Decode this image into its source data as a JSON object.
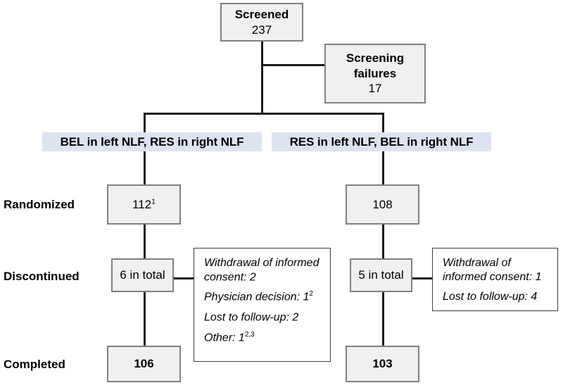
{
  "chart_data": {
    "type": "diagram",
    "title": "CONSORT participant flow diagram",
    "nodes": [
      {
        "id": "screened",
        "title": "Screened",
        "value": "237"
      },
      {
        "id": "screening-failures",
        "title": "Screening failures",
        "value": "17"
      },
      {
        "id": "arm-left",
        "label": "BEL in left NLF, RES in right NLF"
      },
      {
        "id": "arm-right",
        "label": "RES in left NLF, BEL in right NLF"
      },
      {
        "id": "randomized-left",
        "value": "112",
        "sup": "1"
      },
      {
        "id": "randomized-right",
        "value": "108"
      },
      {
        "id": "discontinued-left",
        "value": "6 in total"
      },
      {
        "id": "discontinued-right",
        "value": "5 in total"
      },
      {
        "id": "completed-left",
        "value": "106"
      },
      {
        "id": "completed-right",
        "value": "103"
      }
    ]
  },
  "diagram": {
    "top": {
      "screened": {
        "title": "Screened",
        "value": "237"
      },
      "screening_failures": {
        "title_line1": "Screening",
        "title_line2": "failures",
        "value": "17"
      }
    },
    "arms": {
      "left_label": "BEL in left NLF, RES in right NLF",
      "right_label": "RES in left NLF, BEL in right NLF",
      "bar_color": "#dde3f1"
    },
    "row_labels": {
      "randomized": "Randomized",
      "discontinued": "Discontinued",
      "completed": "Completed"
    },
    "left_arm": {
      "randomized": {
        "value": "112",
        "sup": "1"
      },
      "discontinued": {
        "value": "6 in total"
      },
      "completed": {
        "value": "106"
      },
      "reasons": [
        {
          "text": "Withdrawal of informed consent: 2",
          "sup": ""
        },
        {
          "text": "Physician decision: 1",
          "sup": "2"
        },
        {
          "text": "Lost to follow-up: 2",
          "sup": ""
        },
        {
          "text": "Other: 1",
          "sup": "2,3"
        }
      ]
    },
    "right_arm": {
      "randomized": {
        "value": "108",
        "sup": ""
      },
      "discontinued": {
        "value": "5 in total"
      },
      "completed": {
        "value": "103"
      },
      "reasons": [
        {
          "text": "Withdrawal of informed consent: 1",
          "sup": ""
        },
        {
          "text": "Lost to follow-up: 4",
          "sup": ""
        }
      ]
    },
    "colors": {
      "node_fill": "#f0f0f0",
      "node_border": "#808080",
      "arm_bar": "#dde3f1",
      "line": "#1a1a1a",
      "detail_border": "#3c3c3c"
    }
  }
}
